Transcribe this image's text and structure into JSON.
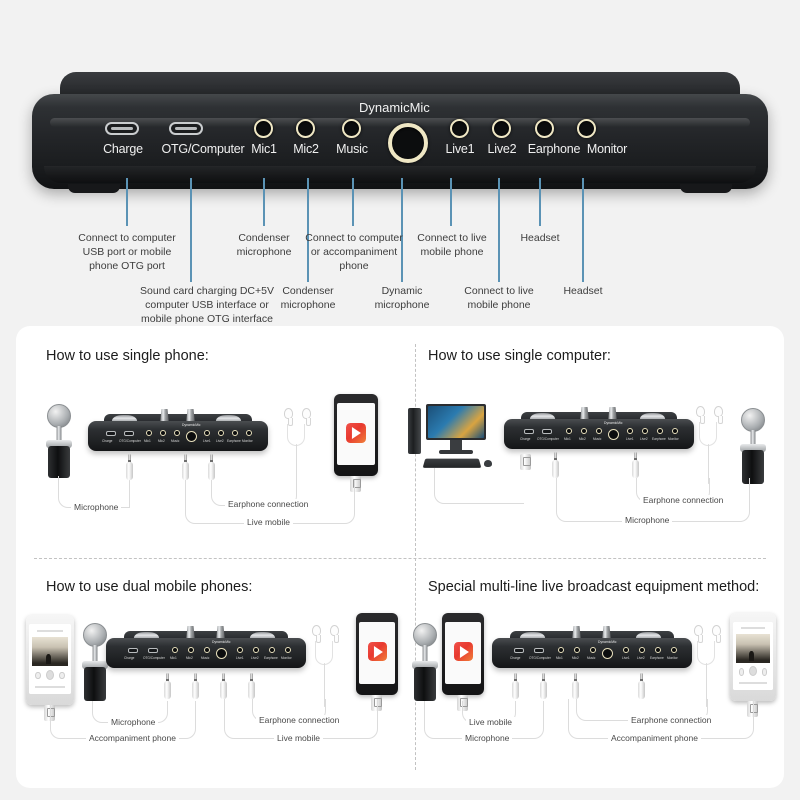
{
  "device": {
    "ports": [
      {
        "id": "charge",
        "label": "Charge",
        "type": "usb-c"
      },
      {
        "id": "otg",
        "label": "OTG/Computer",
        "type": "usb-c"
      },
      {
        "id": "mic1",
        "label": "Mic1",
        "type": "jack"
      },
      {
        "id": "mic2",
        "label": "Mic2",
        "type": "jack"
      },
      {
        "id": "music",
        "label": "Music",
        "type": "jack"
      },
      {
        "id": "live1",
        "label": "Live1",
        "type": "jack"
      },
      {
        "id": "live2",
        "label": "Live2",
        "type": "jack"
      },
      {
        "id": "earphone",
        "label": "Earphone",
        "type": "jack"
      },
      {
        "id": "monitor",
        "label": "Monitor",
        "type": "jack"
      }
    ],
    "dynamic_mic_label": "DynamicMic",
    "leader_color": "#5b93b5"
  },
  "callouts": {
    "upper": [
      {
        "id": "charge",
        "text": "Connect to computer\nUSB port or mobile\nphone OTG port"
      },
      {
        "id": "mic1",
        "text": "Condenser\nmicrophone"
      },
      {
        "id": "music",
        "text": "Connect to computer\nor accompaniment\nphone"
      },
      {
        "id": "live1",
        "text": "Connect to live\nmobile phone"
      },
      {
        "id": "earphone",
        "text": "Headset"
      }
    ],
    "lower": [
      {
        "id": "otg",
        "text": "Sound card charging DC+5V\ncomputer USB interface or\nmobile phone OTG interface"
      },
      {
        "id": "mic2",
        "text": "Condenser\nmicrophone"
      },
      {
        "id": "dynamic",
        "text": "Dynamic\nmicrophone"
      },
      {
        "id": "live2",
        "text": "Connect to live\nmobile phone"
      },
      {
        "id": "monitor",
        "text": "Headset"
      }
    ]
  },
  "panels": [
    {
      "id": "single-phone",
      "title": "How to use single phone:",
      "cables": [
        {
          "id": "microphone",
          "label": "Microphone"
        },
        {
          "id": "earphone-conn",
          "label": "Earphone connection"
        },
        {
          "id": "live-mobile",
          "label": "Live mobile"
        }
      ]
    },
    {
      "id": "single-computer",
      "title": "How to use single computer:",
      "cables": [
        {
          "id": "earphone-conn",
          "label": "Earphone connection"
        },
        {
          "id": "microphone",
          "label": "Microphone"
        }
      ]
    },
    {
      "id": "dual-phones",
      "title": "How to use dual mobile phones:",
      "cables": [
        {
          "id": "microphone",
          "label": "Microphone"
        },
        {
          "id": "accompaniment",
          "label": "Accompaniment phone"
        },
        {
          "id": "earphone-conn",
          "label": "Earphone connection"
        },
        {
          "id": "live-mobile",
          "label": "Live mobile"
        }
      ]
    },
    {
      "id": "multi-line",
      "title": "Special multi-line live broadcast equipment method:",
      "cables": [
        {
          "id": "live-mobile",
          "label": "Live mobile"
        },
        {
          "id": "microphone",
          "label": "Microphone"
        },
        {
          "id": "earphone-conn",
          "label": "Earphone connection"
        },
        {
          "id": "accompaniment",
          "label": "Accompaniment phone"
        }
      ]
    }
  ],
  "mini_labels": {
    "charge": "Charge",
    "otg": "OTG/Computer",
    "mic1": "Mic1",
    "mic2": "Mic2",
    "music": "Music",
    "dynamic": "DynamicMic",
    "live1": "Live1",
    "live2": "Live2",
    "earphone": "Earphone",
    "monitor": "Monitor"
  }
}
